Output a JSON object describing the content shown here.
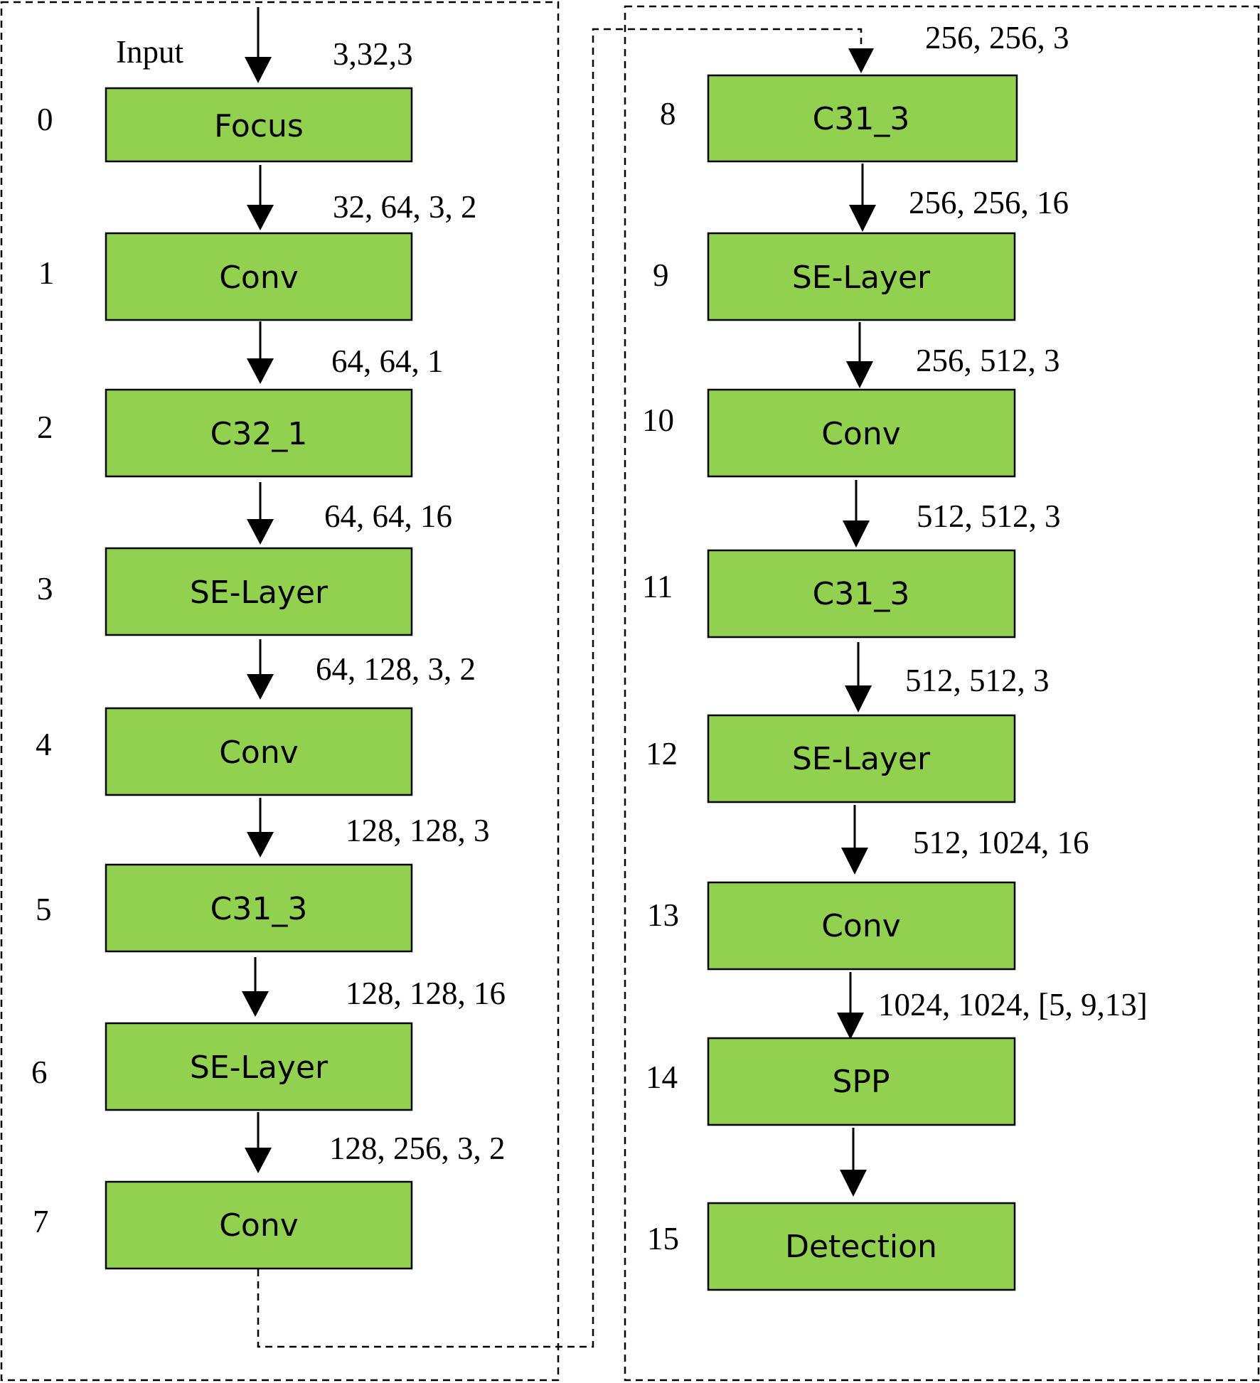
{
  "input_label": "Input",
  "block_fill": "#92d050",
  "layers": [
    {
      "index": "0",
      "name": "Focus",
      "params": "3,32,3"
    },
    {
      "index": "1",
      "name": "Conv",
      "params": "32, 64, 3, 2"
    },
    {
      "index": "2",
      "name": "C32_1",
      "params": "64, 64, 1"
    },
    {
      "index": "3",
      "name": "SE-Layer",
      "params": "64, 64, 16"
    },
    {
      "index": "4",
      "name": "Conv",
      "params": "64, 128, 3, 2"
    },
    {
      "index": "5",
      "name": "C31_3",
      "params": "128, 128, 3"
    },
    {
      "index": "6",
      "name": "SE-Layer",
      "params": "128, 128, 16"
    },
    {
      "index": "7",
      "name": "Conv",
      "params": "128, 256, 3, 2"
    },
    {
      "index": "8",
      "name": "C31_3",
      "params": "256, 256, 3"
    },
    {
      "index": "9",
      "name": "SE-Layer",
      "params": "256, 256, 16"
    },
    {
      "index": "10",
      "name": "Conv",
      "params": "256, 512, 3"
    },
    {
      "index": "11",
      "name": "C31_3",
      "params": "512, 512, 3"
    },
    {
      "index": "12",
      "name": "SE-Layer",
      "params": "512, 512, 3"
    },
    {
      "index": "13",
      "name": "Conv",
      "params": "512, 1024, 16"
    },
    {
      "index": "14",
      "name": "SPP",
      "params": "1024, 1024, [5, 9,13]"
    },
    {
      "index": "15",
      "name": "Detection",
      "params": ""
    }
  ]
}
